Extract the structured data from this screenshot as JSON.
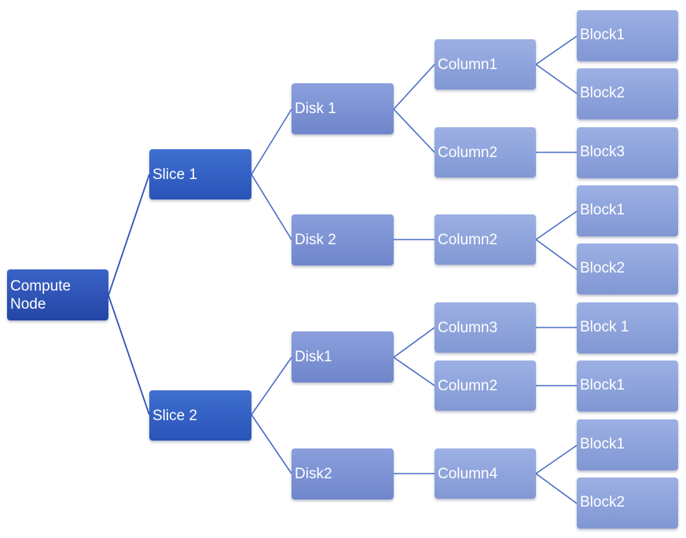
{
  "diagram": {
    "root": "Compute\nNode",
    "slices": [
      "Slice 1",
      "Slice 2"
    ],
    "disks": [
      "Disk 1",
      "Disk 2",
      "Disk1",
      "Disk2"
    ],
    "columns": [
      "Column1",
      "Column2",
      "Column2",
      "Column3",
      "Column2",
      "Column4"
    ],
    "blocks": [
      "Block1",
      "Block2",
      "Block3",
      "Block1",
      "Block2",
      "Block 1",
      "Block1",
      "Block1",
      "Block2"
    ]
  }
}
